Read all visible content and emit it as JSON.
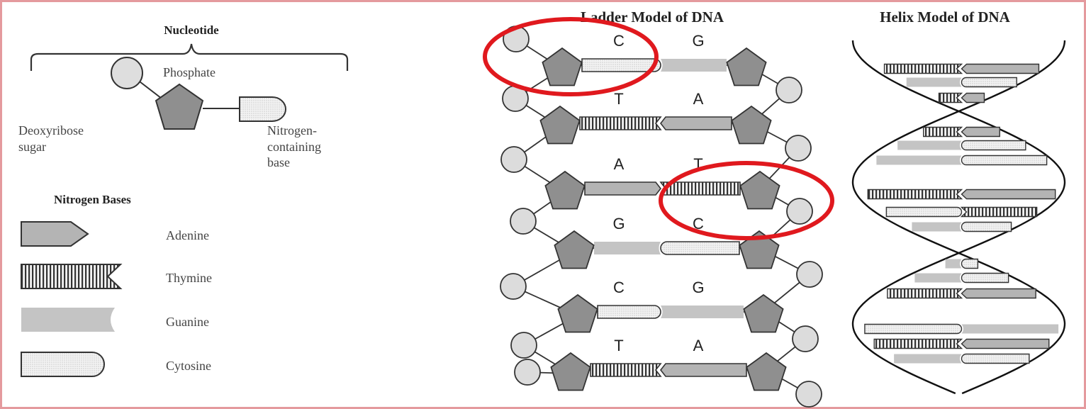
{
  "left_panel": {
    "nucleotide_title": "Nucleotide",
    "phosphate_label": "Phosphate",
    "sugar_label": [
      "Deoxyribose",
      "sugar"
    ],
    "base_label": [
      "Nitrogen-",
      "containing",
      "base"
    ],
    "bases_title": "Nitrogen Bases",
    "legend": [
      {
        "name": "Adenine",
        "shape": "adenine"
      },
      {
        "name": "Thymine",
        "shape": "thymine"
      },
      {
        "name": "Guanine",
        "shape": "guanine"
      },
      {
        "name": "Cytosine",
        "shape": "cytosine"
      }
    ]
  },
  "ladder_model": {
    "title": "Ladder Model of DNA",
    "rungs": [
      {
        "left": "C",
        "right": "G",
        "highlight": "left"
      },
      {
        "left": "T",
        "right": "A"
      },
      {
        "left": "A",
        "right": "T",
        "highlight": "right"
      },
      {
        "left": "G",
        "right": "C"
      },
      {
        "left": "C",
        "right": "G"
      },
      {
        "left": "T",
        "right": "A"
      }
    ]
  },
  "helix_model": {
    "title": "Helix Model of DNA"
  },
  "colors": {
    "sugar": "#8f8f8f",
    "phosphate": "#dcdcdc",
    "adenine": "#b4b4b4",
    "thymine": "#d8d8d8",
    "guanine": "#c4c4c4",
    "cytosine": "#f2f2f2",
    "highlight": "#e0191e",
    "frame": "#e49a9e"
  }
}
